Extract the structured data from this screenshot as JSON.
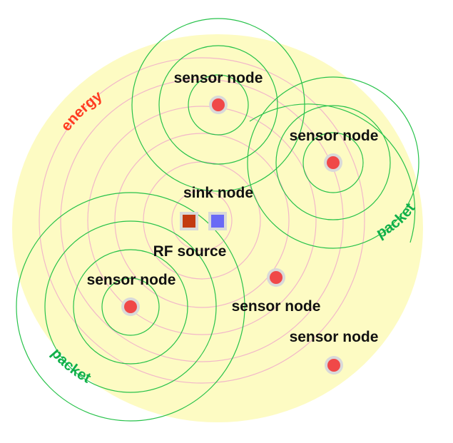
{
  "labels": {
    "sensor_top": "sensor node",
    "sensor_right": "sensor node",
    "sink": "sink node",
    "rf_source": "RF source",
    "sensor_left": "sensor node",
    "sensor_mid": "sensor node",
    "sensor_bottom_right": "sensor node",
    "energy": "energy",
    "packet_right": "packet",
    "packet_left": "packet"
  },
  "colors": {
    "field": "#fdfbc3",
    "energy_ring": "#f2b7c9",
    "packet_ring": "#27c24a",
    "sensor_fill": "#f04848",
    "sensor_halo": "#d9d9d9",
    "rf_source": "#c33a10",
    "sink": "#6a6af5",
    "energy_text": "#ff3b1f",
    "packet_text": "#10b04a"
  }
}
